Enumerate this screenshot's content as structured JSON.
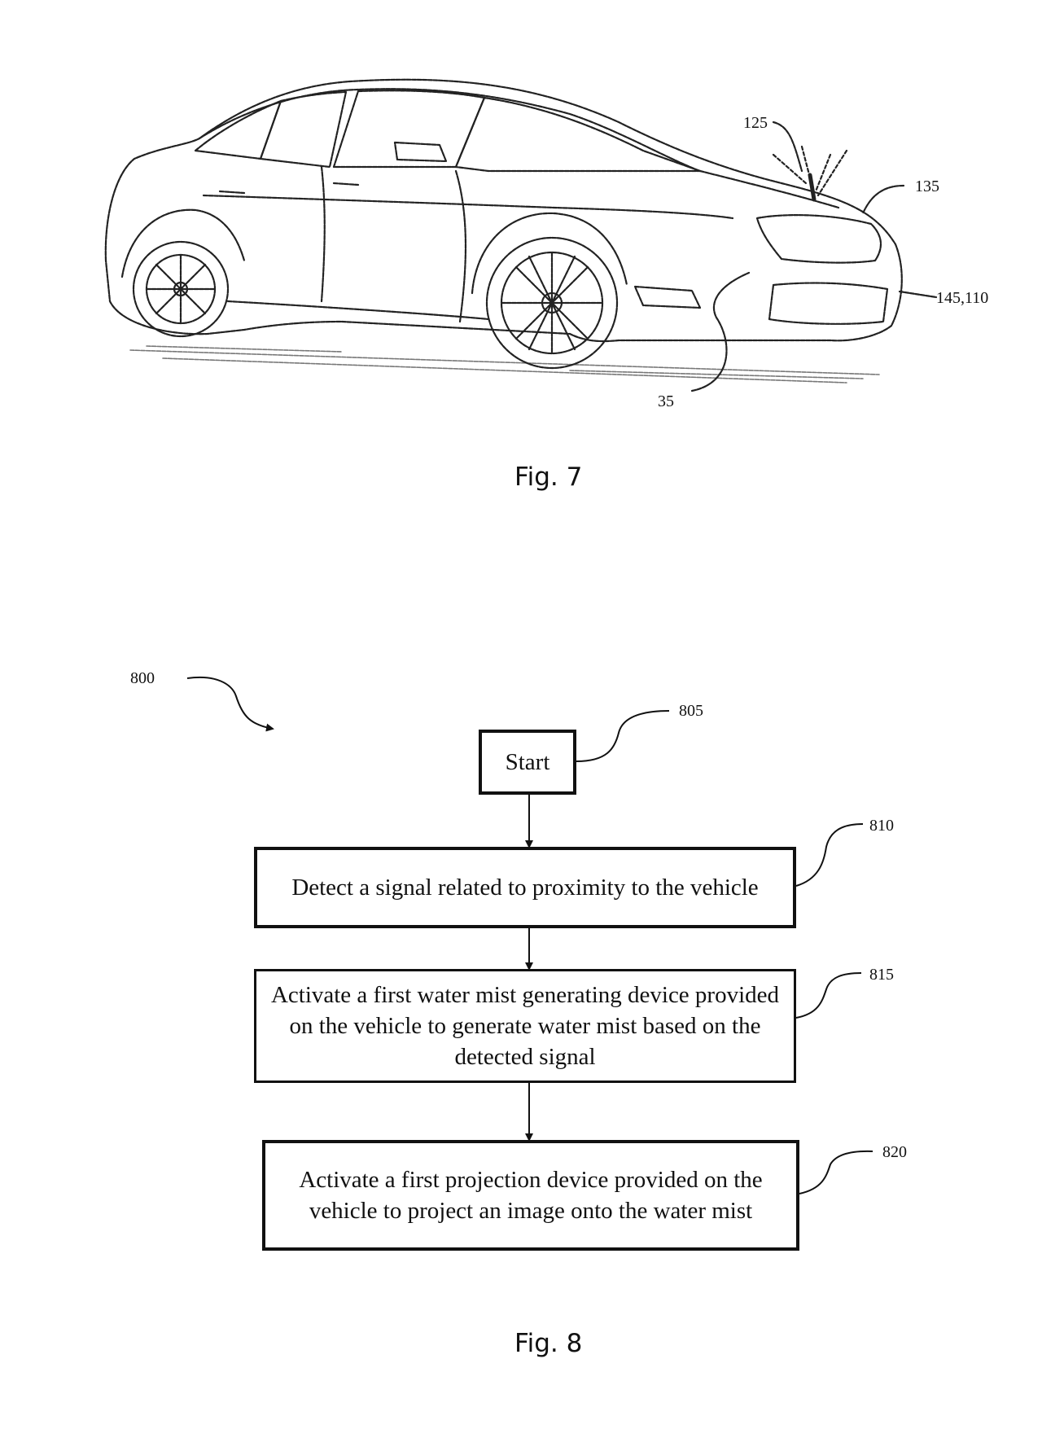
{
  "fig7": {
    "caption": "Fig. 7",
    "refs": {
      "r125": "125",
      "r135": "135",
      "r145": "145,110",
      "r35": "35"
    }
  },
  "fig8": {
    "caption": "Fig. 8",
    "ref_800": "800",
    "steps": [
      {
        "ref": "805",
        "text": "Start"
      },
      {
        "ref": "810",
        "text": "Detect a signal related to proximity to the vehicle"
      },
      {
        "ref": "815",
        "text": "Activate a first water mist generating device provided on the vehicle to generate water mist based on the detected signal"
      },
      {
        "ref": "820",
        "text": "Activate a first projection device provided on the vehicle to project an image onto the water mist"
      }
    ]
  }
}
